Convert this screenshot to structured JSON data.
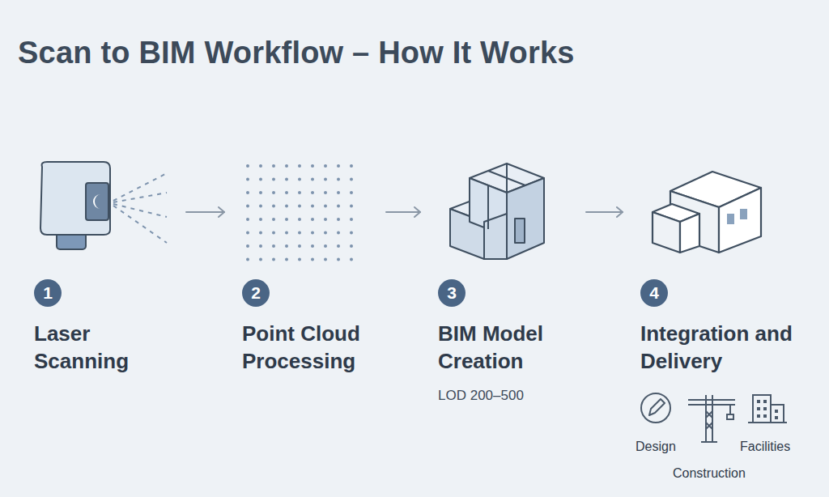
{
  "diagram": {
    "title": "Scan to BIM Workflow – How It Works",
    "nodes": [
      {
        "text": [
          "1",
          "Laser Scanning"
        ]
      },
      {
        "text": [
          "2",
          "Point Cloud Processing"
        ]
      },
      {
        "text": [
          "3",
          "BIM Model Creation",
          "LOD 200–500"
        ]
      },
      {
        "text": [
          "4",
          "Integration and Delivery"
        ]
      }
    ],
    "edges": [
      {
        "from": 0,
        "to": 1,
        "arrow": "to"
      },
      {
        "from": 1,
        "to": 2,
        "arrow": "to"
      },
      {
        "from": 2,
        "to": 3,
        "arrow": "to"
      }
    ],
    "labels": [
      "Design",
      "Construction",
      "Facilities"
    ]
  }
}
